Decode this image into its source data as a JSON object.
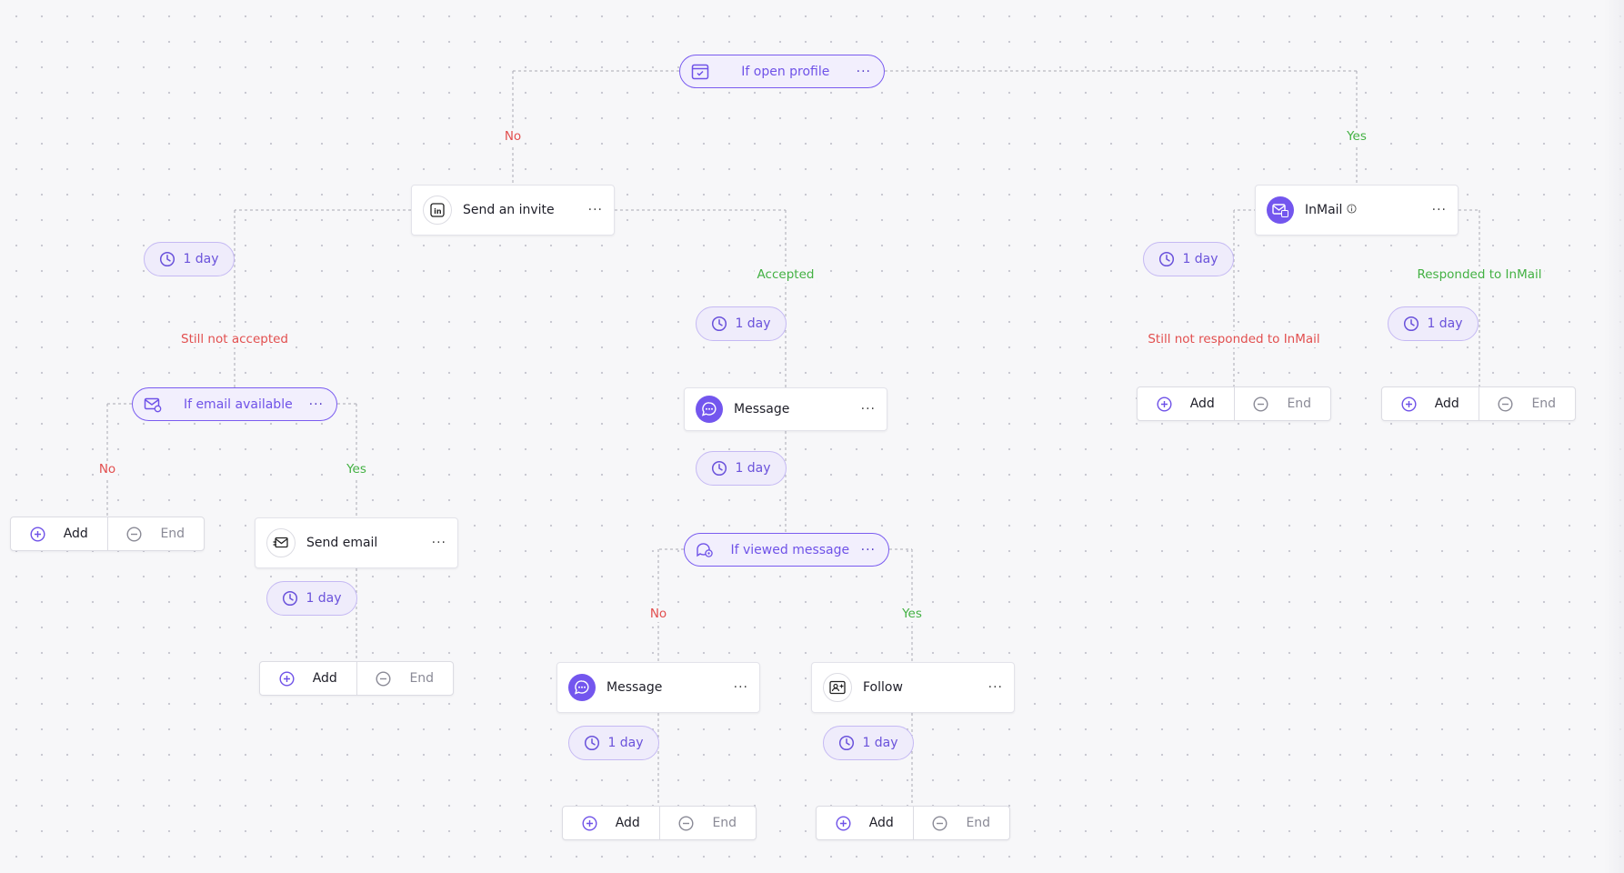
{
  "nodes": [
    {
      "id": "open-profile",
      "kind": "condition",
      "label": "If open profile",
      "icon": "profile-check-icon"
    },
    {
      "id": "send-invite",
      "kind": "step",
      "label": "Send an invite",
      "icon": "linkedin-icon"
    },
    {
      "id": "inmail",
      "kind": "step",
      "label": "InMail",
      "icon": "inmail-icon",
      "info": true
    },
    {
      "id": "email-available",
      "kind": "condition",
      "label": "If email available",
      "icon": "email-check-icon"
    },
    {
      "id": "message-1",
      "kind": "step",
      "label": "Message",
      "icon": "chat-icon"
    },
    {
      "id": "send-email",
      "kind": "step",
      "label": "Send email",
      "icon": "send-email-icon"
    },
    {
      "id": "viewed-message",
      "kind": "condition",
      "label": "If viewed message",
      "icon": "viewed-message-icon"
    },
    {
      "id": "message-2",
      "kind": "step",
      "label": "Message",
      "icon": "chat-icon"
    },
    {
      "id": "follow",
      "kind": "step",
      "label": "Follow",
      "icon": "follow-icon"
    }
  ],
  "delays": [
    {
      "id": "d-invite",
      "label": "1 day"
    },
    {
      "id": "d-inmail",
      "label": "1 day"
    },
    {
      "id": "d-accepted",
      "label": "1 day"
    },
    {
      "id": "d-responded",
      "label": "1 day"
    },
    {
      "id": "d-message1",
      "label": "1 day"
    },
    {
      "id": "d-sendemail",
      "label": "1 day"
    },
    {
      "id": "d-message2",
      "label": "1 day"
    },
    {
      "id": "d-follow",
      "label": "1 day"
    }
  ],
  "branch_labels": [
    {
      "id": "bl-op-no",
      "text": "No",
      "type": "no"
    },
    {
      "id": "bl-op-yes",
      "text": "Yes",
      "type": "yes"
    },
    {
      "id": "bl-accepted",
      "text": "Accepted",
      "type": "yes"
    },
    {
      "id": "bl-responded",
      "text": "Responded to InMail",
      "type": "yes"
    },
    {
      "id": "bl-not-accepted",
      "text": "Still not accepted",
      "type": "no"
    },
    {
      "id": "bl-not-responded",
      "text": "Still not responded to InMail",
      "type": "no"
    },
    {
      "id": "bl-ea-no",
      "text": "No",
      "type": "no"
    },
    {
      "id": "bl-ea-yes",
      "text": "Yes",
      "type": "yes"
    },
    {
      "id": "bl-vm-no",
      "text": "No",
      "type": "no"
    },
    {
      "id": "bl-vm-yes",
      "text": "Yes",
      "type": "yes"
    }
  ],
  "add_end": {
    "add_label": "Add",
    "end_label": "End"
  },
  "menu_glyph": "···",
  "colors": {
    "accent": "#7356ee",
    "no": "#e24f4f",
    "yes": "#43b143",
    "canvas": "#f7f7f9"
  }
}
